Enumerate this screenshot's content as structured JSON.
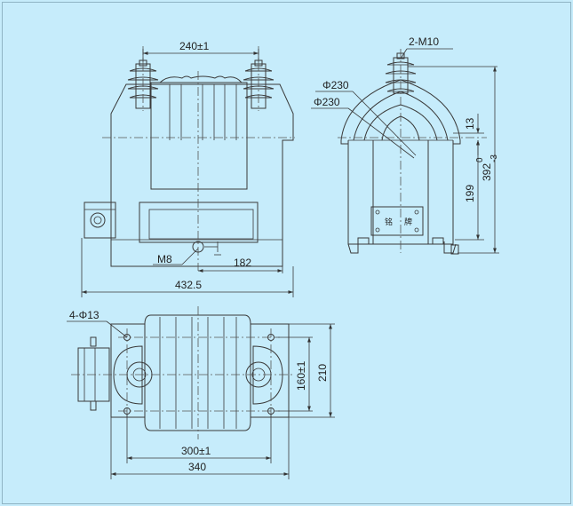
{
  "dimensions": {
    "width_top": "240±1",
    "ground_offset": "182",
    "overall_length": "432.5",
    "bolt_label": "M8",
    "terminal_label": "2-M10",
    "phi_outer": "Φ230",
    "phi_inner": "Φ230",
    "height_small": "13",
    "height_mid": "199",
    "height_total": "392",
    "height_total_upper_tol": "0",
    "height_total_lower_tol": "-3",
    "mount_holes": "4-Φ13",
    "hole_spacing_v": "160±1",
    "base_width": "210",
    "hole_spacing_h": "300±1",
    "base_length": "340"
  },
  "nameplate": {
    "text_1": "铭",
    "text_2": "牌"
  }
}
